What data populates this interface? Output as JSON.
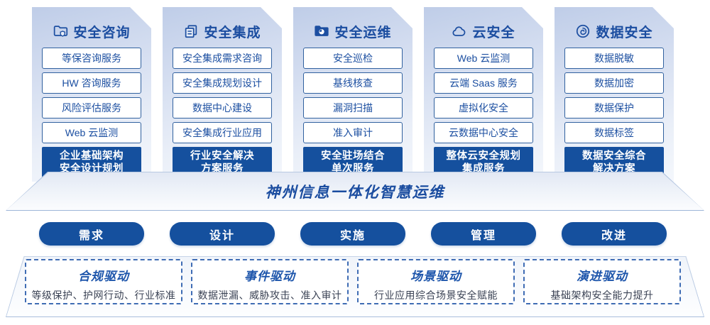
{
  "colors": {
    "primary_blue": "#15509e",
    "text_blue": "#1c4fa1",
    "item_border_blue": "#31619f",
    "dashed_border_blue": "#3f6cb4",
    "desc_text": "#3a4254"
  },
  "columns": [
    {
      "icon": "folder-shield-icon",
      "title": "安全咨询",
      "items": [
        "等保咨询服务",
        "HW 咨询服务",
        "风险评估服务",
        "Web 云监测"
      ],
      "highlight": [
        "企业基础架构",
        "安全设计规划"
      ]
    },
    {
      "icon": "copy-docs-icon",
      "title": "安全集成",
      "items": [
        "安全集成需求咨询",
        "安全集成规划设计",
        "数据中心建设",
        "安全集成行业应用"
      ],
      "highlight": [
        "行业安全解决",
        "方案服务"
      ]
    },
    {
      "icon": "folder-clock-icon",
      "title": "安全运维",
      "items": [
        "安全巡检",
        "基线核查",
        "漏洞扫描",
        "准入审计"
      ],
      "highlight": [
        "安全驻场结合",
        "单次服务"
      ]
    },
    {
      "icon": "cloud-icon",
      "title": "云安全",
      "items": [
        "Web 云监测",
        "云端 Saas 服务",
        "虚拟化安全",
        "云数据中心安全"
      ],
      "highlight": [
        "整体云安全规划",
        "集成服务"
      ]
    },
    {
      "icon": "fingerprint-icon",
      "title": "数据安全",
      "items": [
        "数据脱敏",
        "数据加密",
        "数据保护",
        "数据标签"
      ],
      "highlight": [
        "数据安全综合",
        "解决方案"
      ]
    }
  ],
  "banner": {
    "title": "神州信息一体化智慧运维"
  },
  "stages": [
    "需求",
    "设计",
    "实施",
    "管理",
    "改进"
  ],
  "drivers": [
    {
      "title": "合规驱动",
      "desc": "等级保护、护网行动、行业标准"
    },
    {
      "title": "事件驱动",
      "desc": "数据泄漏、威胁攻击、准入审计"
    },
    {
      "title": "场景驱动",
      "desc": "行业应用综合场景安全赋能"
    },
    {
      "title": "演进驱动",
      "desc": "基础架构安全能力提升"
    }
  ]
}
